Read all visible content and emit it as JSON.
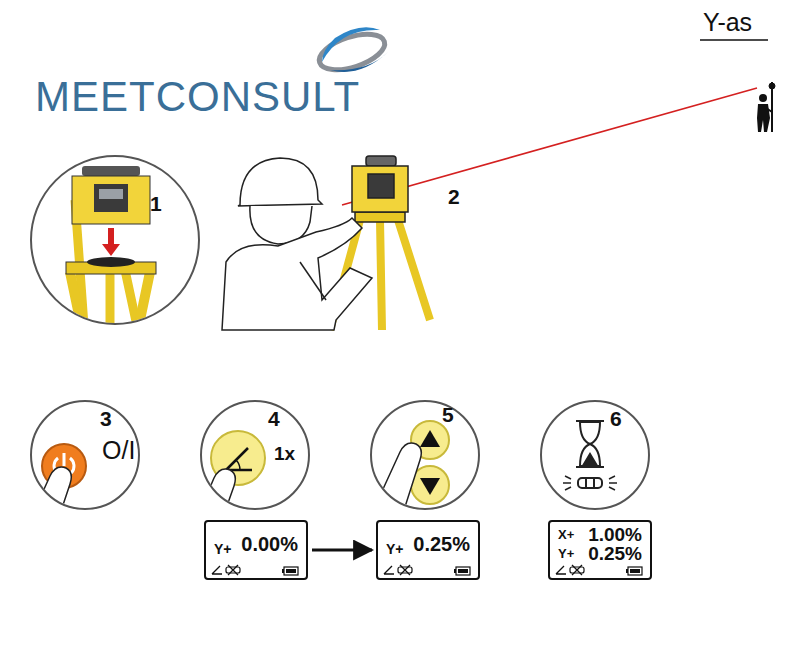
{
  "diagram": {
    "nodes": [
      {
        "text": [
          "1"
        ]
      },
      {
        "text": [
          "3",
          "O/I"
        ]
      },
      {
        "text": [
          "4",
          "1x"
        ]
      },
      {
        "text": [
          "5"
        ]
      },
      {
        "text": [
          "6"
        ]
      },
      {
        "text": [
          "Y+",
          "0.00%"
        ]
      },
      {
        "text": [
          "Y+",
          "0.25%"
        ]
      },
      {
        "text": [
          "X+",
          "1.00%",
          "Y+",
          "0.25%"
        ]
      }
    ],
    "edges": [
      {
        "from": 5,
        "to": 6,
        "arrow": "to"
      }
    ],
    "labels": [
      "MEETCONSULT",
      "Y-as",
      "2"
    ]
  }
}
